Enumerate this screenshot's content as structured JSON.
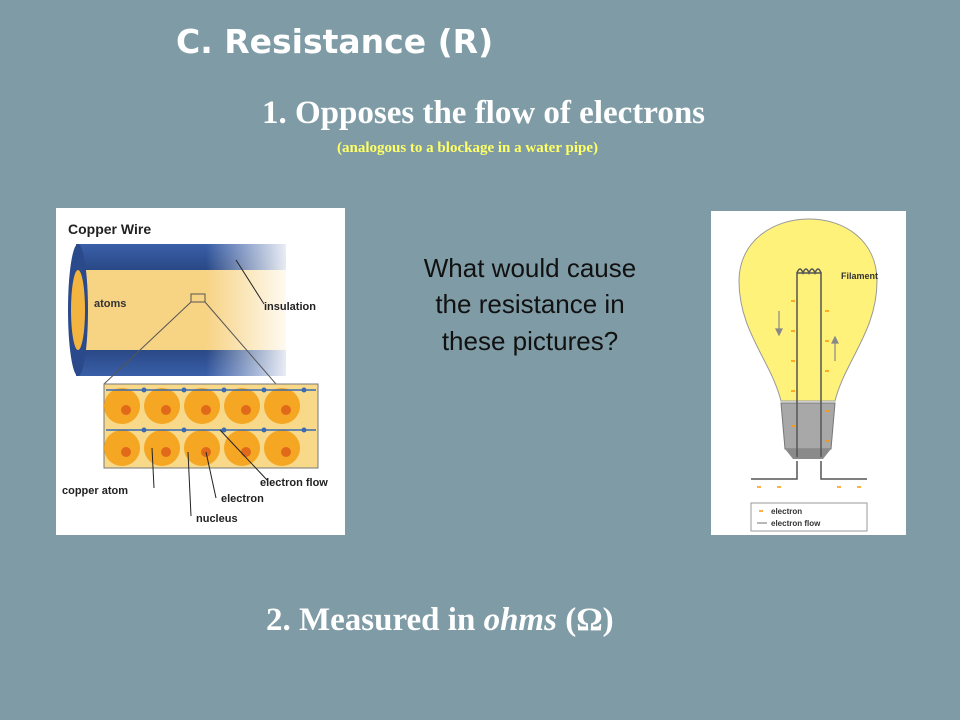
{
  "slide": {
    "title": "C.  Resistance (R)",
    "point1": "1.  Opposes the flow of electrons",
    "point1_note": "(analogous to a blockage in a  water pipe)",
    "question": "What would cause the resistance in these pictures?",
    "point2_prefix": "2.  Measured in ",
    "point2_italic": "ohms",
    "point2_paren_open": " (",
    "point2_symbol": "Ω",
    "point2_paren_close": ")"
  },
  "wire_diagram": {
    "title": "Copper Wire",
    "label_atoms": "atoms",
    "label_insulation": "insulation",
    "label_electron_flow": "electron flow",
    "label_copper_atom": "copper atom",
    "label_electron": "electron",
    "label_nucleus": "nucleus"
  },
  "bulb_diagram": {
    "label_filament": "Filament",
    "legend_electron": "electron",
    "legend_electron_flow": "electron flow"
  },
  "colors": {
    "background": "#7f9ca6",
    "subtitle": "#ffff66",
    "wire_blue": "#1e3f7a",
    "copper": "#f5a623",
    "bulb_yellow": "#fff27a"
  }
}
